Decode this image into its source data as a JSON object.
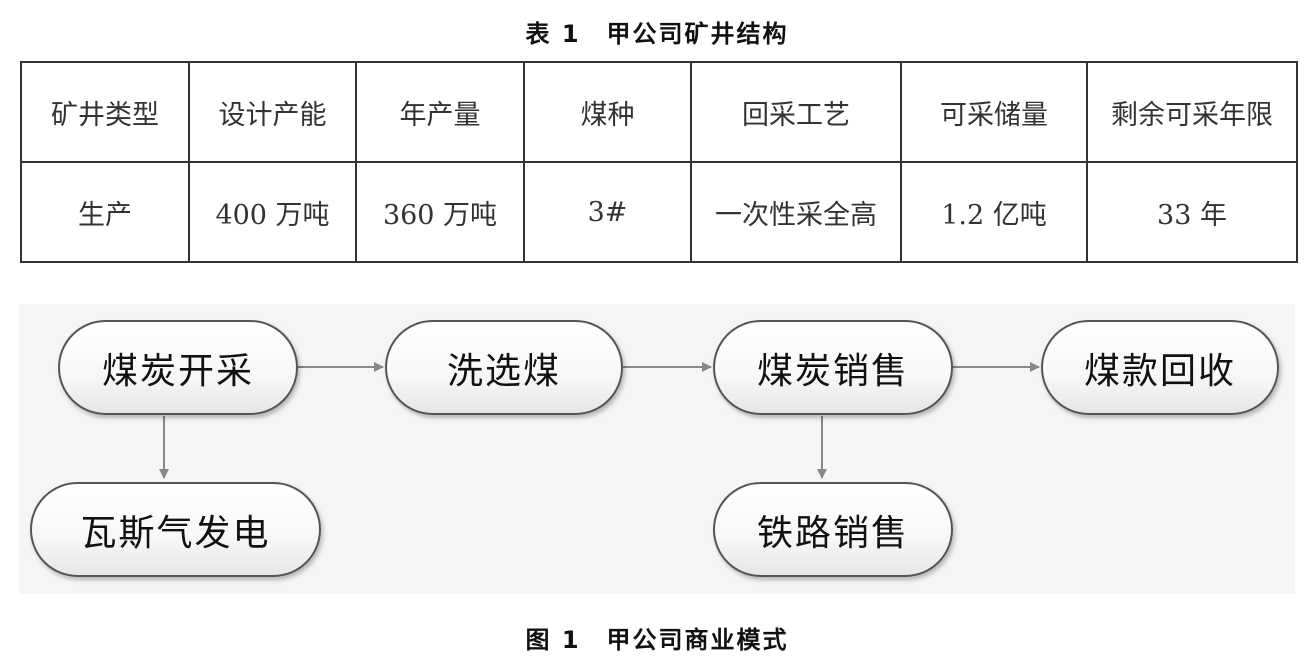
{
  "table": {
    "caption": "表 1　甲公司矿井结构",
    "headers": [
      "矿井类型",
      "设计产能",
      "年产量",
      "煤种",
      "回采工艺",
      "可采储量",
      "剩余可采年限"
    ],
    "row": [
      "生产",
      "400 万吨",
      "360 万吨",
      "3#",
      "一次性采全高",
      "1.2 亿吨",
      "33 年"
    ]
  },
  "diagram": {
    "nodes": {
      "coal_mining": "煤炭开采",
      "coal_washing": "洗选煤",
      "coal_sales": "煤炭销售",
      "payment_collection": "煤款回收",
      "gas_power": "瓦斯气发电",
      "rail_sales": "铁路销售"
    },
    "caption": "图 1　甲公司商业模式"
  }
}
